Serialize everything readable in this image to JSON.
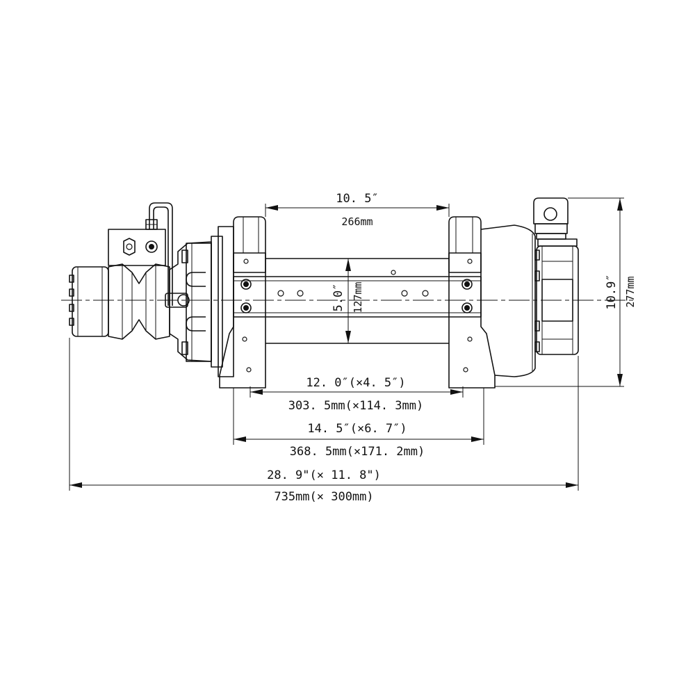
{
  "diagram": {
    "line_color": "#111111",
    "background": "#ffffff",
    "dimensions": {
      "drum_length_in": "10. 5″",
      "drum_length_mm": "266mm",
      "drum_diameter_in": "5.0″",
      "drum_diameter_mm": "127mm",
      "overall_height_in": "10.9″",
      "overall_height_mm": "277mm",
      "mount_a_in": "12. 0″(×4. 5″)",
      "mount_a_mm": "303. 5mm(×114. 3mm)",
      "mount_b_in": "14. 5″(×6. 7″)",
      "mount_b_mm": "368. 5mm(×171. 2mm)",
      "overall_length_in": "28. 9\"(× 11. 8\")",
      "overall_length_mm": "735mm(× 300mm)"
    }
  }
}
